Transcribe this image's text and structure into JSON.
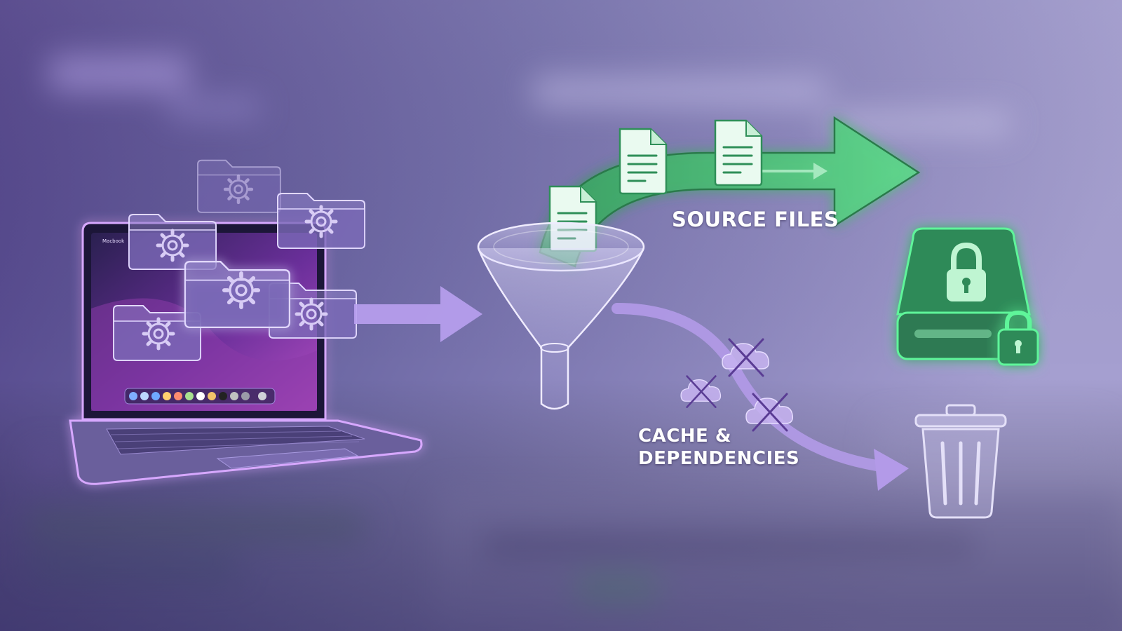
{
  "diagram": {
    "source_label": "SOURCE FILES",
    "cache_label_line1": "CACHE &",
    "cache_label_line2": "DEPENDENCIES"
  },
  "laptop": {
    "screen_menu_text": "Macbook"
  },
  "colors": {
    "background": "#4a4678",
    "purple_glow": "#c08cff",
    "green_glow": "#52e28a",
    "green_arrow": "#4cc47a",
    "purple_arrow": "#b39ae8",
    "label_text": "#ffffff"
  },
  "icons": {
    "folders": "folder-gear-icon",
    "documents": "document-icon",
    "filter": "funnel-icon",
    "storage": "locked-drive-icon",
    "waste": "trash-icon",
    "removed": "crossed-cloud-icon"
  }
}
